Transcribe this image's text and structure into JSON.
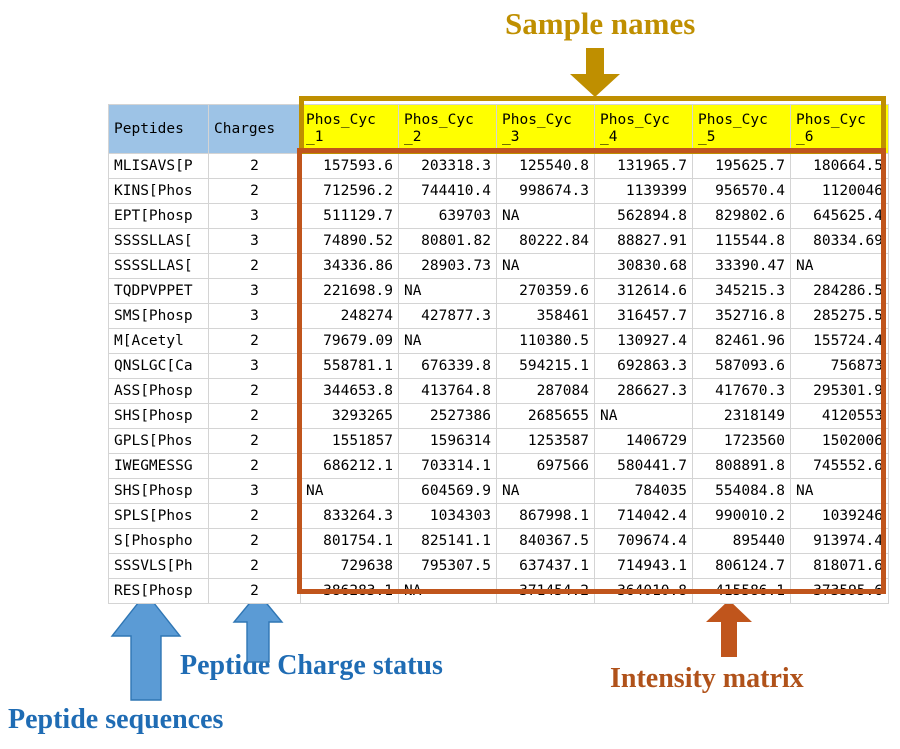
{
  "annotations": {
    "sample_names": {
      "label": "Sample names",
      "color": "#bf8f00"
    },
    "peptide_charge": {
      "label": "Peptide Charge status",
      "color": "#1f6cb4"
    },
    "peptide_sequences": {
      "label": "Peptide sequences",
      "color": "#1f6cb4"
    },
    "intensity_matrix": {
      "label": "Intensity matrix",
      "color": "#b0521a"
    }
  },
  "table": {
    "headers": [
      "Peptides",
      "Charges",
      "Phos_Cyc_1",
      "Phos_Cyc_2",
      "Phos_Cyc_3",
      "Phos_Cyc_4",
      "Phos_Cyc_5",
      "Phos_Cyc_6"
    ],
    "header_line1": [
      "Peptides",
      "Charges",
      "Phos_Cyc",
      "Phos_Cyc",
      "Phos_Cyc",
      "Phos_Cyc",
      "Phos_Cyc",
      "Phos_Cyc"
    ],
    "header_line2": [
      "",
      "",
      "_1",
      "_2",
      "_3",
      "_4",
      "_5",
      "_6"
    ],
    "rows": [
      {
        "peptide": "MLISAVS[P",
        "charge": "2",
        "values": [
          "157593.6",
          "203318.3",
          "125540.8",
          "131965.7",
          "195625.7",
          "180664.5"
        ]
      },
      {
        "peptide": "KINS[Phos",
        "charge": "2",
        "values": [
          "712596.2",
          "744410.4",
          "998674.3",
          "1139399",
          "956570.4",
          "1120046"
        ]
      },
      {
        "peptide": "EPT[Phosp",
        "charge": "3",
        "values": [
          "511129.7",
          "639703",
          "NA",
          "562894.8",
          "829802.6",
          "645625.4"
        ]
      },
      {
        "peptide": "SSSSLLAS[",
        "charge": "3",
        "values": [
          "74890.52",
          "80801.82",
          "80222.84",
          "88827.91",
          "115544.8",
          "80334.69"
        ]
      },
      {
        "peptide": "SSSSLLAS[",
        "charge": "2",
        "values": [
          "34336.86",
          "28903.73",
          "NA",
          "30830.68",
          "33390.47",
          "NA"
        ]
      },
      {
        "peptide": "TQDPVPPET",
        "charge": "3",
        "values": [
          "221698.9",
          "NA",
          "270359.6",
          "312614.6",
          "345215.3",
          "284286.5"
        ]
      },
      {
        "peptide": "SMS[Phosp",
        "charge": "3",
        "values": [
          "248274",
          "427877.3",
          "358461",
          "316457.7",
          "352716.8",
          "285275.5"
        ]
      },
      {
        "peptide": "M[Acetyl",
        "charge": "2",
        "values": [
          "79679.09",
          "NA",
          "110380.5",
          "130927.4",
          "82461.96",
          "155724.4"
        ]
      },
      {
        "peptide": "QNSLGC[Ca",
        "charge": "3",
        "values": [
          "558781.1",
          "676339.8",
          "594215.1",
          "692863.3",
          "587093.6",
          "756873"
        ]
      },
      {
        "peptide": "ASS[Phosp",
        "charge": "2",
        "values": [
          "344653.8",
          "413764.8",
          "287084",
          "286627.3",
          "417670.3",
          "295301.9"
        ]
      },
      {
        "peptide": "SHS[Phosp",
        "charge": "2",
        "values": [
          "3293265",
          "2527386",
          "2685655",
          "NA",
          "2318149",
          "4120553"
        ]
      },
      {
        "peptide": "GPLS[Phos",
        "charge": "2",
        "values": [
          "1551857",
          "1596314",
          "1253587",
          "1406729",
          "1723560",
          "1502006"
        ]
      },
      {
        "peptide": "IWEGMESSG",
        "charge": "2",
        "values": [
          "686212.1",
          "703314.1",
          "697566",
          "580441.7",
          "808891.8",
          "745552.6"
        ]
      },
      {
        "peptide": "SHS[Phosp",
        "charge": "3",
        "values": [
          "NA",
          "604569.9",
          "NA",
          "784035",
          "554084.8",
          "NA"
        ]
      },
      {
        "peptide": "SPLS[Phos",
        "charge": "2",
        "values": [
          "833264.3",
          "1034303",
          "867998.1",
          "714042.4",
          "990010.2",
          "1039246"
        ]
      },
      {
        "peptide": "S[Phospho",
        "charge": "2",
        "values": [
          "801754.1",
          "825141.1",
          "840367.5",
          "709674.4",
          "895440",
          "913974.4"
        ]
      },
      {
        "peptide": "SSSVLS[Ph",
        "charge": "2",
        "values": [
          "729638",
          "795307.5",
          "637437.1",
          "714943.1",
          "806124.7",
          "818071.6"
        ]
      },
      {
        "peptide": "RES[Phosp",
        "charge": "2",
        "values": [
          "386283.1",
          "NA",
          "371454.2",
          "364010.8",
          "415586.1",
          "373595.6"
        ]
      }
    ]
  },
  "colors": {
    "header_sample_bg": "#ffff00",
    "header_plain_bg": "#9dc3e6",
    "sample_box_border": "#bf8f00",
    "matrix_box_border": "#c0551c",
    "blue_arrow": "#5b9bd5",
    "orange_arrow": "#c0551c",
    "gold_arrow": "#bf8f00"
  }
}
